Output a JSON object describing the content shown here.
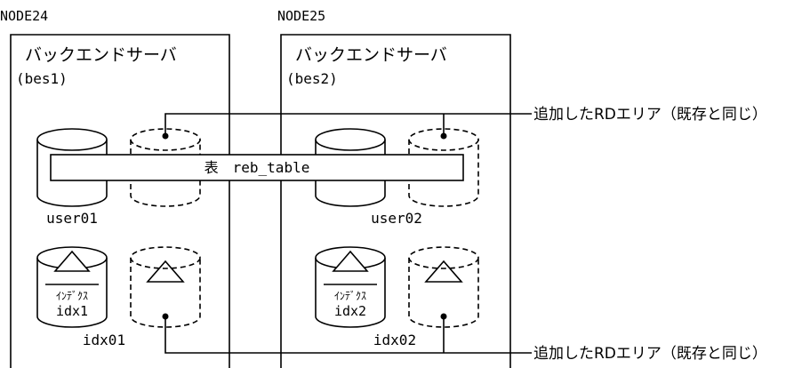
{
  "nodes": [
    {
      "name": "NODE24",
      "server_label": "バックエンドサーバ",
      "server_id": "(bes1)",
      "rd_area_label": "user01",
      "index_area_label": "idx01",
      "index_name_1": "ｲﾝﾃﾞｸｽ",
      "index_name_2": "idx1"
    },
    {
      "name": "NODE25",
      "server_label": "バックエンドサーバ",
      "server_id": "(bes2)",
      "rd_area_label": "user02",
      "index_area_label": "idx02",
      "index_name_1": "ｲﾝﾃﾞｸｽ",
      "index_name_2": "idx2"
    }
  ],
  "table_label": "表　reb_table",
  "annotations": {
    "top": "追加したRDエリア（既存と同じ）",
    "bottom": "追加したRDエリア（既存と同じ）"
  }
}
